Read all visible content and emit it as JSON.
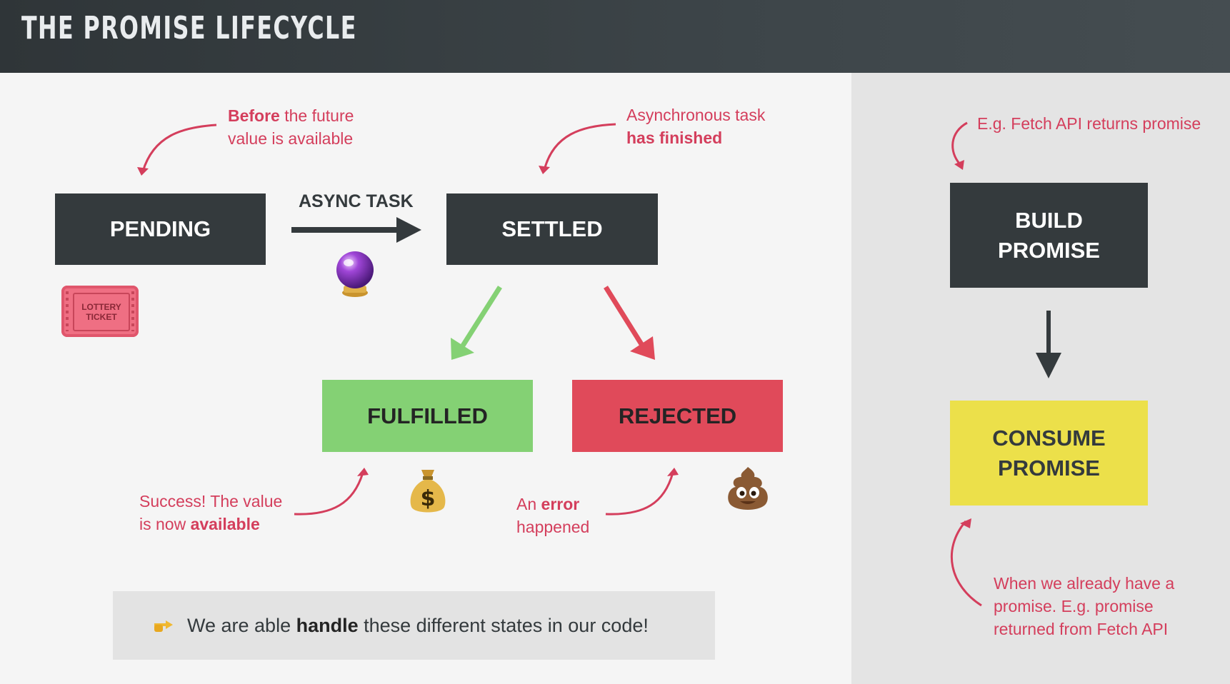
{
  "header": {
    "title": "THE PROMISE LIFECYCLE"
  },
  "states": {
    "pending": "PENDING",
    "settled": "SETTLED",
    "fulfilled": "FULFILLED",
    "rejected": "REJECTED"
  },
  "async_task_label": "ASYNC TASK",
  "notes": {
    "pending": {
      "bold": "Before",
      "rest_line1": " the future",
      "line2": "value is available"
    },
    "settled": {
      "line1": "Asynchronous task",
      "bold": "has finished"
    },
    "fulfilled": {
      "line1": "Success! The value",
      "line2_prefix": "is now ",
      "bold": "available"
    },
    "rejected": {
      "line1_prefix": "An ",
      "bold": "error",
      "line2": "happened"
    }
  },
  "callout": {
    "prefix": "We are able ",
    "bold": "handle",
    "suffix": " these different states in our code!",
    "icon": "pointing-hand-icon"
  },
  "ticket": {
    "line1": "LOTTERY",
    "line2": "TICKET"
  },
  "icons": {
    "pending": "lottery-ticket-icon",
    "async": "crystal-ball-icon",
    "fulfilled": "money-bag-icon",
    "rejected": "poop-icon"
  },
  "right_panel": {
    "top_note": "E.g. Fetch API returns promise",
    "build_line1": "BUILD",
    "build_line2": "PROMISE",
    "consume_line1": "CONSUME",
    "consume_line2": "PROMISE",
    "bottom_note_line1": "When we already have a",
    "bottom_note_line2": "promise. E.g. promise",
    "bottom_note_line3": "returned from Fetch API"
  },
  "colors": {
    "dark": "#343a3d",
    "fulfilled": "#84d174",
    "rejected": "#e04a5a",
    "consume": "#ece04a",
    "accent": "#d43e5c"
  }
}
